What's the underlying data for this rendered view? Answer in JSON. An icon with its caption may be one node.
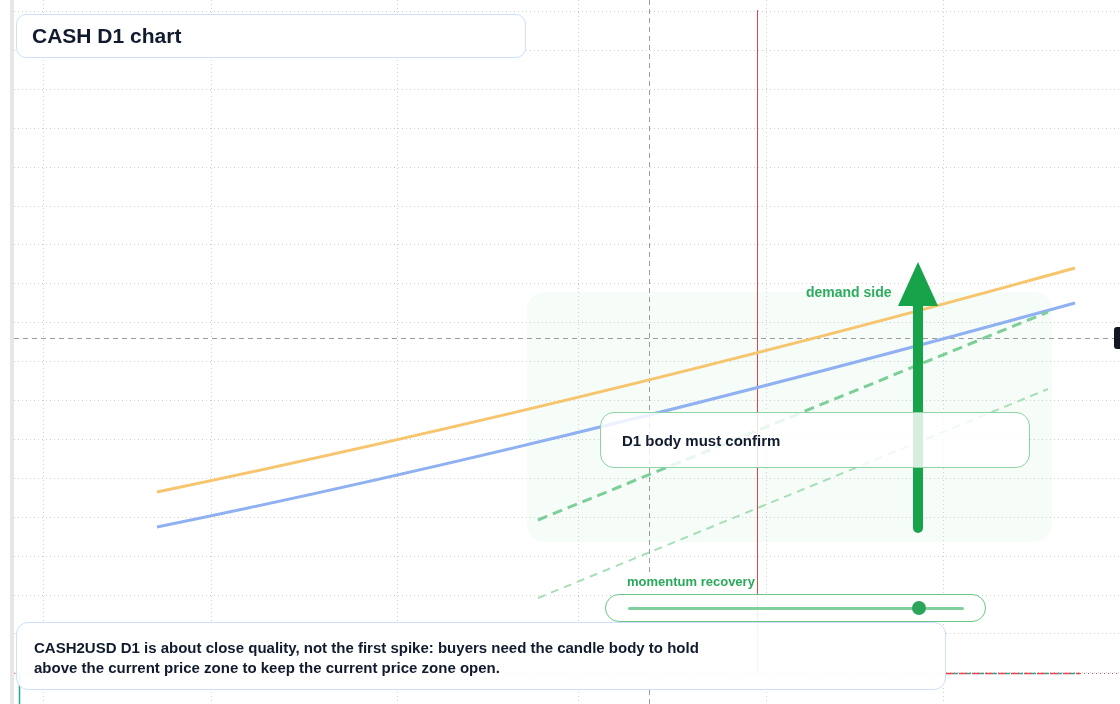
{
  "diagram": {
    "title": "CASH D1 chart",
    "caption": "CASH2USD D1 is about close quality, not the first spike: buyers need the candle body to hold above the current price zone to keep the current price zone open.",
    "nodes": [
      {
        "text": [],
        "shape": "box"
      },
      {
        "text": [
          "D1 body must confirm"
        ],
        "in": 0
      },
      {
        "text": [
          "momentum recovery"
        ]
      }
    ],
    "labels": [
      "demand side"
    ]
  }
}
